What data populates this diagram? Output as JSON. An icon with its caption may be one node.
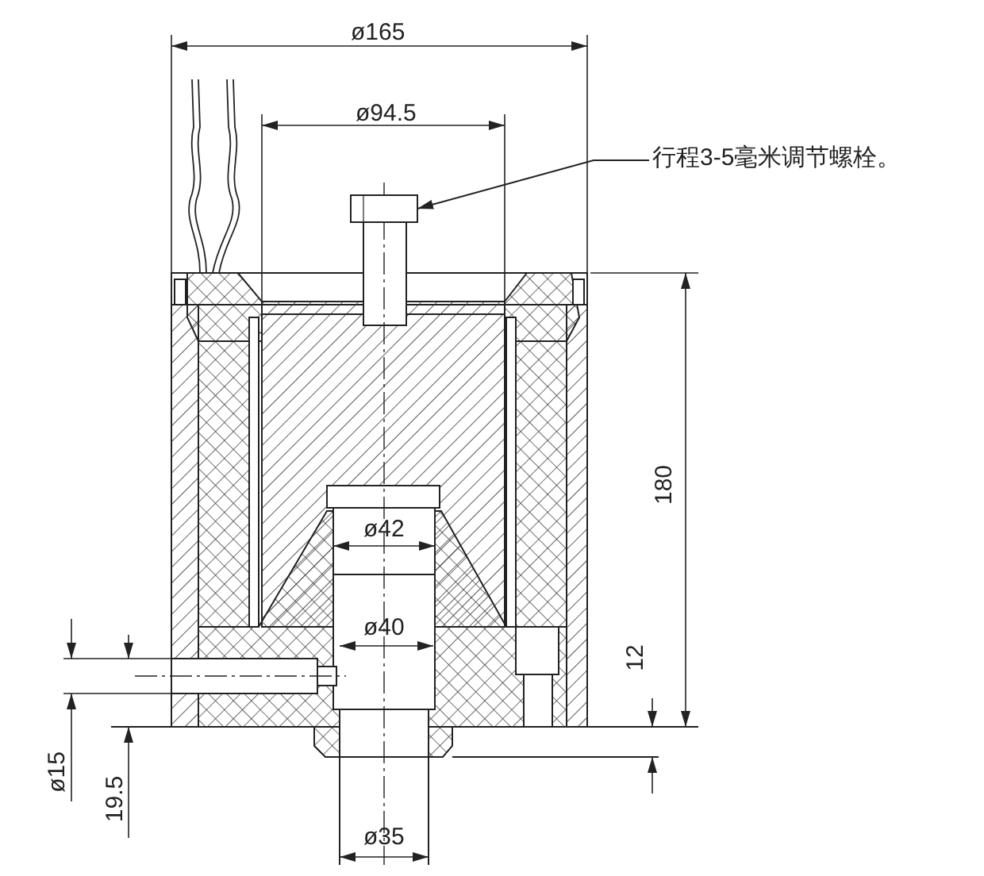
{
  "diagram": {
    "nodes": [
      {
        "text": [
          "行程3-5毫米调节螺栓。"
        ]
      },
      {
        "text": [],
        "shape": "box"
      }
    ],
    "edges": [
      {
        "from": 0,
        "to": 1,
        "arrow": "to"
      }
    ],
    "labels": [
      "ø165",
      "ø94.5",
      "180",
      "ø42",
      "ø40",
      "12",
      "ø15",
      "19.5",
      "ø35"
    ]
  }
}
